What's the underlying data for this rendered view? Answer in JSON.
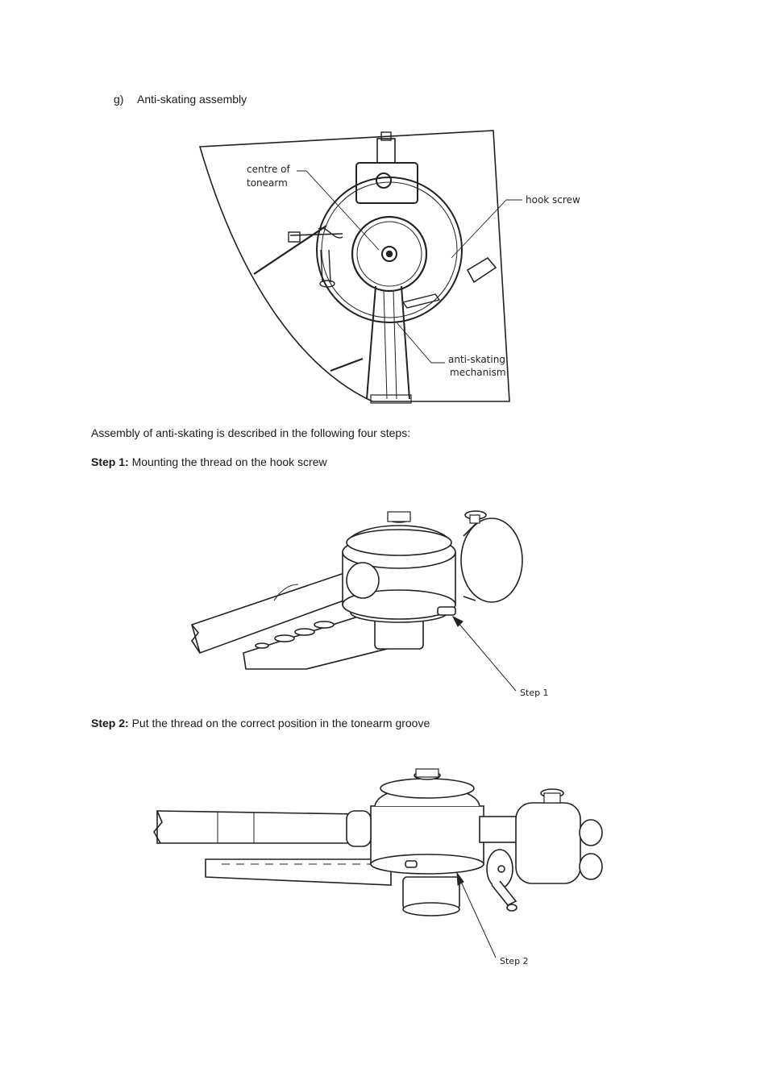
{
  "section": {
    "marker": "g)",
    "title": "Anti-skating assembly"
  },
  "figure1": {
    "labels": {
      "centre_line1": "centre of",
      "centre_line2": "tonearm",
      "hook_screw": "hook screw",
      "antiskating_line1": "anti-skating",
      "antiskating_line2": "mechanism"
    }
  },
  "intro": "Assembly of anti-skating is described in the following four steps:",
  "step1": {
    "label": "Step 1:",
    "text": " Mounting the thread on the hook screw",
    "callout": "Step 1"
  },
  "step2": {
    "label": "Step 2:",
    "text": " Put the thread on the correct position in the tonearm groove",
    "callout": "Step 2"
  }
}
